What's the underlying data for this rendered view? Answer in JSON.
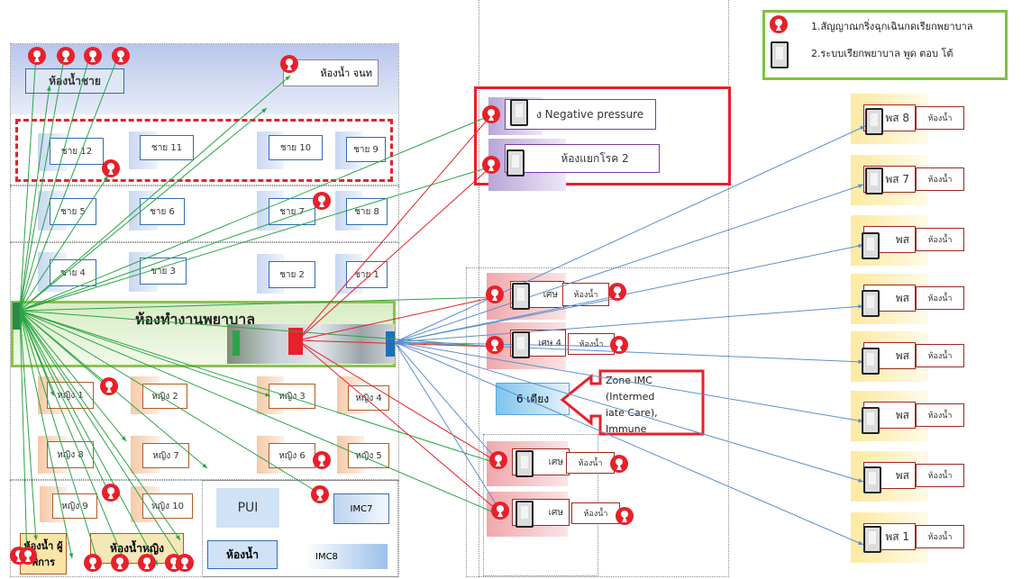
{
  "legend": {
    "item1": "1.สัญญาณกริ่งฉุกเฉินกดเรียกพยาบาล",
    "item2": "2.ระบบเรียกพยาบาล พูด ตอบ โต้",
    "colors": {
      "border": "#7ec242",
      "call_red": "#e8202a"
    }
  },
  "left_ward": {
    "male_toilet": "ห้องน้ำชาย",
    "staff_toilet": "ห้องน้ำ จนท",
    "nurse_station": "ห้องทำงานพยาบาล",
    "male_beds": [
      "ชาย 12",
      "ชาย 11",
      "ชาย 10",
      "ชาย 9",
      "ชาย 5",
      "ชาย 6",
      "ชาย 7",
      "ชาย 8",
      "ชาย 4",
      "ชาย 3",
      "ชาย 2",
      "ชาย 1"
    ],
    "female_beds": [
      "หญิง 1",
      "หญิง 2",
      "หญิง 3",
      "หญิง 4",
      "หญิง 8",
      "หญิง 7",
      "หญิง 6",
      "หญิง 5",
      "หญิง 9",
      "หญิง 10"
    ],
    "pui": "PUI",
    "imc7": "IMC7",
    "imc8": "IMC8",
    "toilet": "ห้องน้ำ",
    "female_toilet": "ห้องน้ำหญิง",
    "disabled_toilet": "ห้องน้ำ ผู้พิการ"
  },
  "middle": {
    "negative_pressure": "ง Negative pressure",
    "isolation": "ห้องแยกโรค 2",
    "special_rooms": [
      "เศษ",
      "เศษ 4",
      "เศษ",
      "เศษ"
    ],
    "toilet_label": "ห้องน้ำ",
    "six_beds": "6 เตียง",
    "zone_imc": "Zone IMC (Intermed iate Care), Immune"
  },
  "right_rooms": [
    "พส 8",
    "พส 7",
    "พส",
    "พส",
    "พส",
    "พส",
    "พส",
    "พส 1"
  ],
  "right_toilet": "ห้องน้ำ"
}
